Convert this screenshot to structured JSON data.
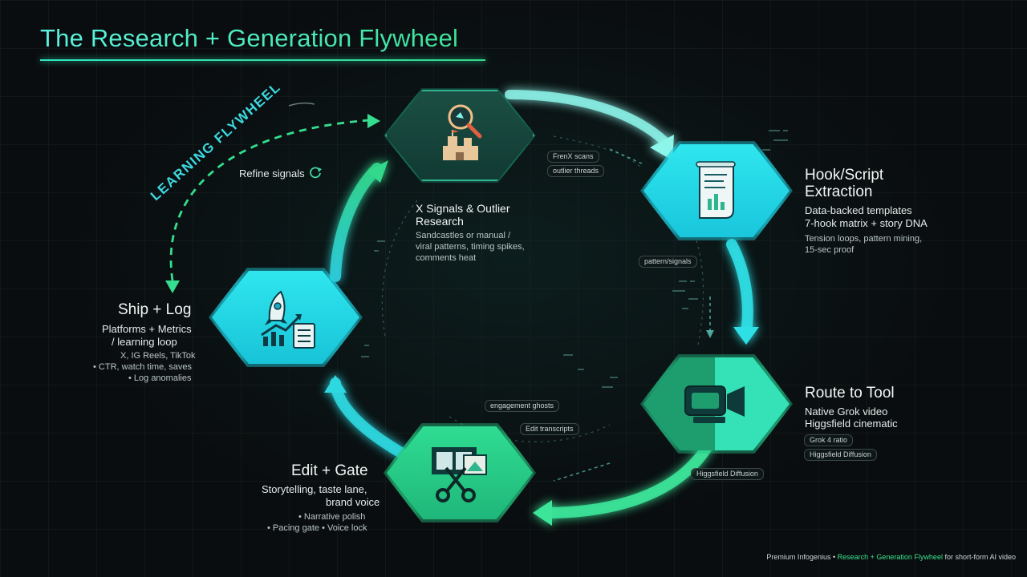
{
  "title": "The Research + Generation Flywheel",
  "learning_label": "LEARNING FLYWHEEL",
  "refine_label": "Refine signals",
  "nodes": {
    "research": {
      "title_l1": "X Signals & Outlier",
      "title_l2": "Research",
      "desc_l1": "Sandcastles or manual /",
      "desc_l2": "viral patterns, timing spikes,",
      "desc_l3": "comments heat",
      "icon": "magnifier-sandcastle-icon"
    },
    "hook": {
      "title_l1": "Hook/Script",
      "title_l2": "Extraction",
      "desc_l1": "Data-backed templates",
      "desc_l2": "7-hook matrix + story DNA",
      "note_l1": "Tension loops, pattern mining,",
      "note_l2": "15-sec proof",
      "icon": "script-scroll-icon"
    },
    "route": {
      "title": "Route to Tool",
      "desc_l1": "Native Grok video",
      "desc_l2": "Higgsfield cinematic",
      "chip1": "Grok 4 ratio",
      "chip2": "Higgsfield Diffusion",
      "icon": "video-camera-icon"
    },
    "edit": {
      "title": "Edit + Gate",
      "desc_l1": "Storytelling, taste lane,",
      "desc_l2": "brand voice",
      "note_l1": "• Narrative polish",
      "note_l2": "• Pacing gate • Voice lock",
      "icon": "scissors-film-icon"
    },
    "ship": {
      "title": "Ship + Log",
      "desc_l1": "Platforms + Metrics",
      "desc_l2": "/ learning loop",
      "note_l1": "X, IG Reels, TikTok",
      "note_l2": "• CTR, watch time, saves",
      "note_l3": "• Log anomalies",
      "icon": "rocket-chart-icon"
    }
  },
  "chips": {
    "frenx": "FrenX scans",
    "outlier": "outlier threads",
    "pattern": "pattern/signals",
    "engagement": "engagement ghosts",
    "edit_transcripts": "Edit transcripts",
    "higgs_diffusion": "Higgsfield Diffusion"
  },
  "footer": {
    "pre": "Premium Infogenius • ",
    "highlight": "Research + Generation Flywheel",
    "post": " for short-form AI video"
  },
  "colors": {
    "cyan": "#22d8e6",
    "green": "#2fd38a",
    "dark_teal": "#0f3f3a",
    "background": "#0a0d0f"
  }
}
